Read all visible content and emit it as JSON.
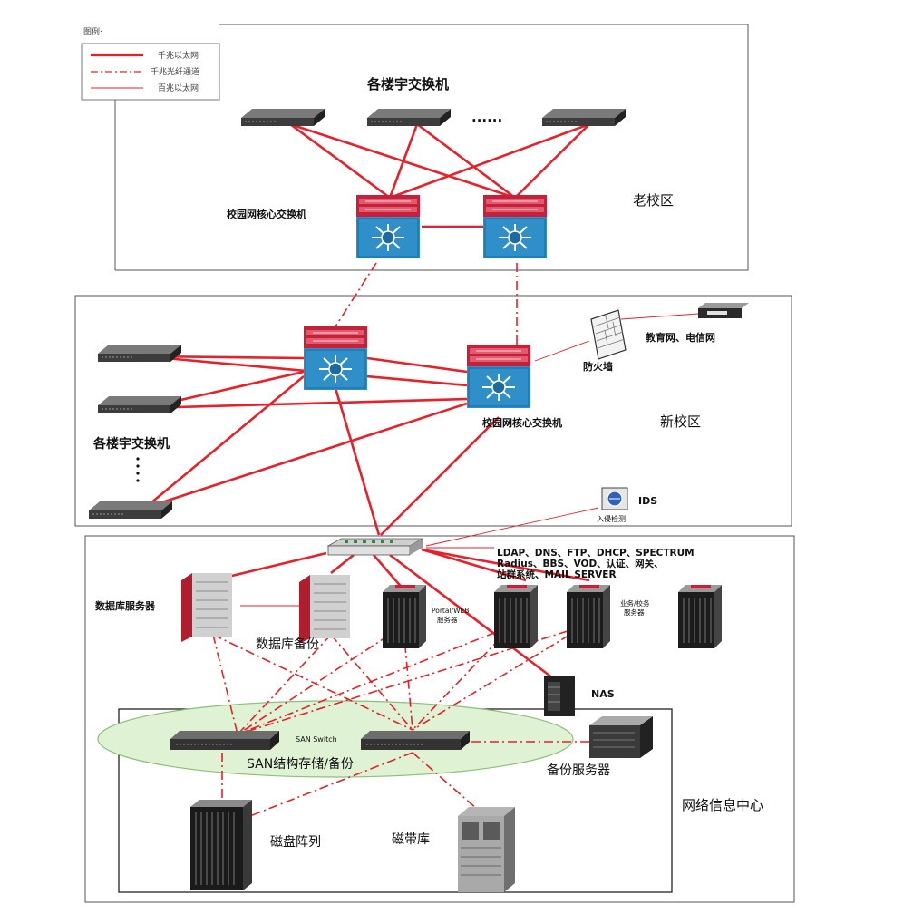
{
  "legend": {
    "title": "图例:",
    "items": [
      {
        "label": "千兆以太网",
        "style": "thick"
      },
      {
        "label": "千兆光纤通道",
        "style": "dashdot"
      },
      {
        "label": "百兆以太网",
        "style": "thin"
      }
    ]
  },
  "old_campus": {
    "building_switches_label": "各楼宇交换机",
    "ellipsis": "......",
    "core_switch_label": "校园网核心交换机",
    "zone_label": "老校区"
  },
  "new_campus": {
    "core_switch_label": "校园网核心交换机",
    "building_switches_label": "各楼宇交换机",
    "firewall_label": "防火墙",
    "isp_label": "教育网、电信网",
    "zone_label": "新校区",
    "ids_label": "IDS",
    "ids_sublabel": "入侵检测"
  },
  "info_center": {
    "services_text": [
      "LDAP、DNS、FTP、DHCP、SPECTRUM",
      "Radius、BBS、VOD、认证、网关、",
      "站群系统、MAIL SERVER"
    ],
    "db_server_label": "数据库服务器",
    "db_backup_label": "数据库备份",
    "portal_label_1": "Portal/WEB",
    "portal_label_2": "服务器",
    "business_label_1": "业务/校务",
    "business_label_2": "服务器",
    "nas_label": "NAS",
    "san_switch_label": "SAN Switch",
    "san_label": "SAN结构存储/备份",
    "backup_server_label": "备份服务器",
    "disk_array_label": "磁盘阵列",
    "tape_library_label": "磁带库",
    "zone_label": "网络信息中心"
  },
  "colors": {
    "link": "#e8202a",
    "switch_body": "#4a4a4a",
    "core_red": "#c8203a",
    "core_blue": "#2f8fc9",
    "san_ellipse": "#dff2d4",
    "box_border": "#555555"
  }
}
